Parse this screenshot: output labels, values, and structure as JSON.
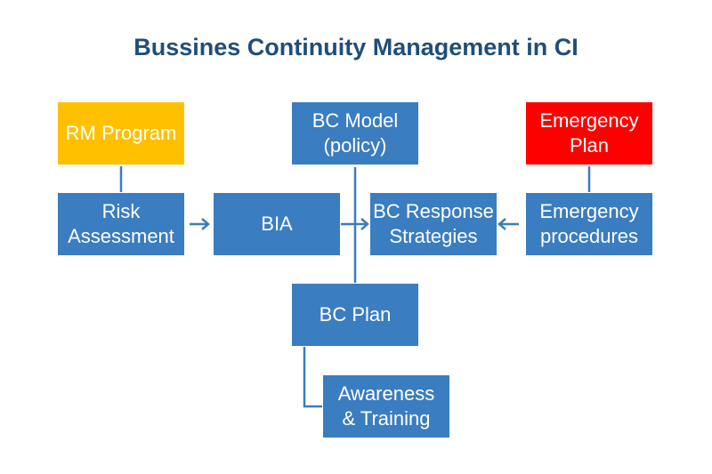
{
  "title": "Bussines Continuity Management in CI",
  "colors": {
    "box": "#3a7dc0",
    "rm": "#ffc000",
    "emergency": "#ff0000",
    "title": "#1f4e79",
    "line": "#3a7dc0"
  },
  "nodes": {
    "rm_program": "RM Program",
    "bc_model": "BC Model\n(policy)",
    "emergency_plan": "Emergency\nPlan",
    "risk_assessment": "Risk\nAssessment",
    "bia": "BIA",
    "bc_response": "BC Response\nStrategies",
    "emergency_procedures": "Emergency\nprocedures",
    "bc_plan": "BC Plan",
    "awareness_training": "Awareness\n& Training"
  }
}
